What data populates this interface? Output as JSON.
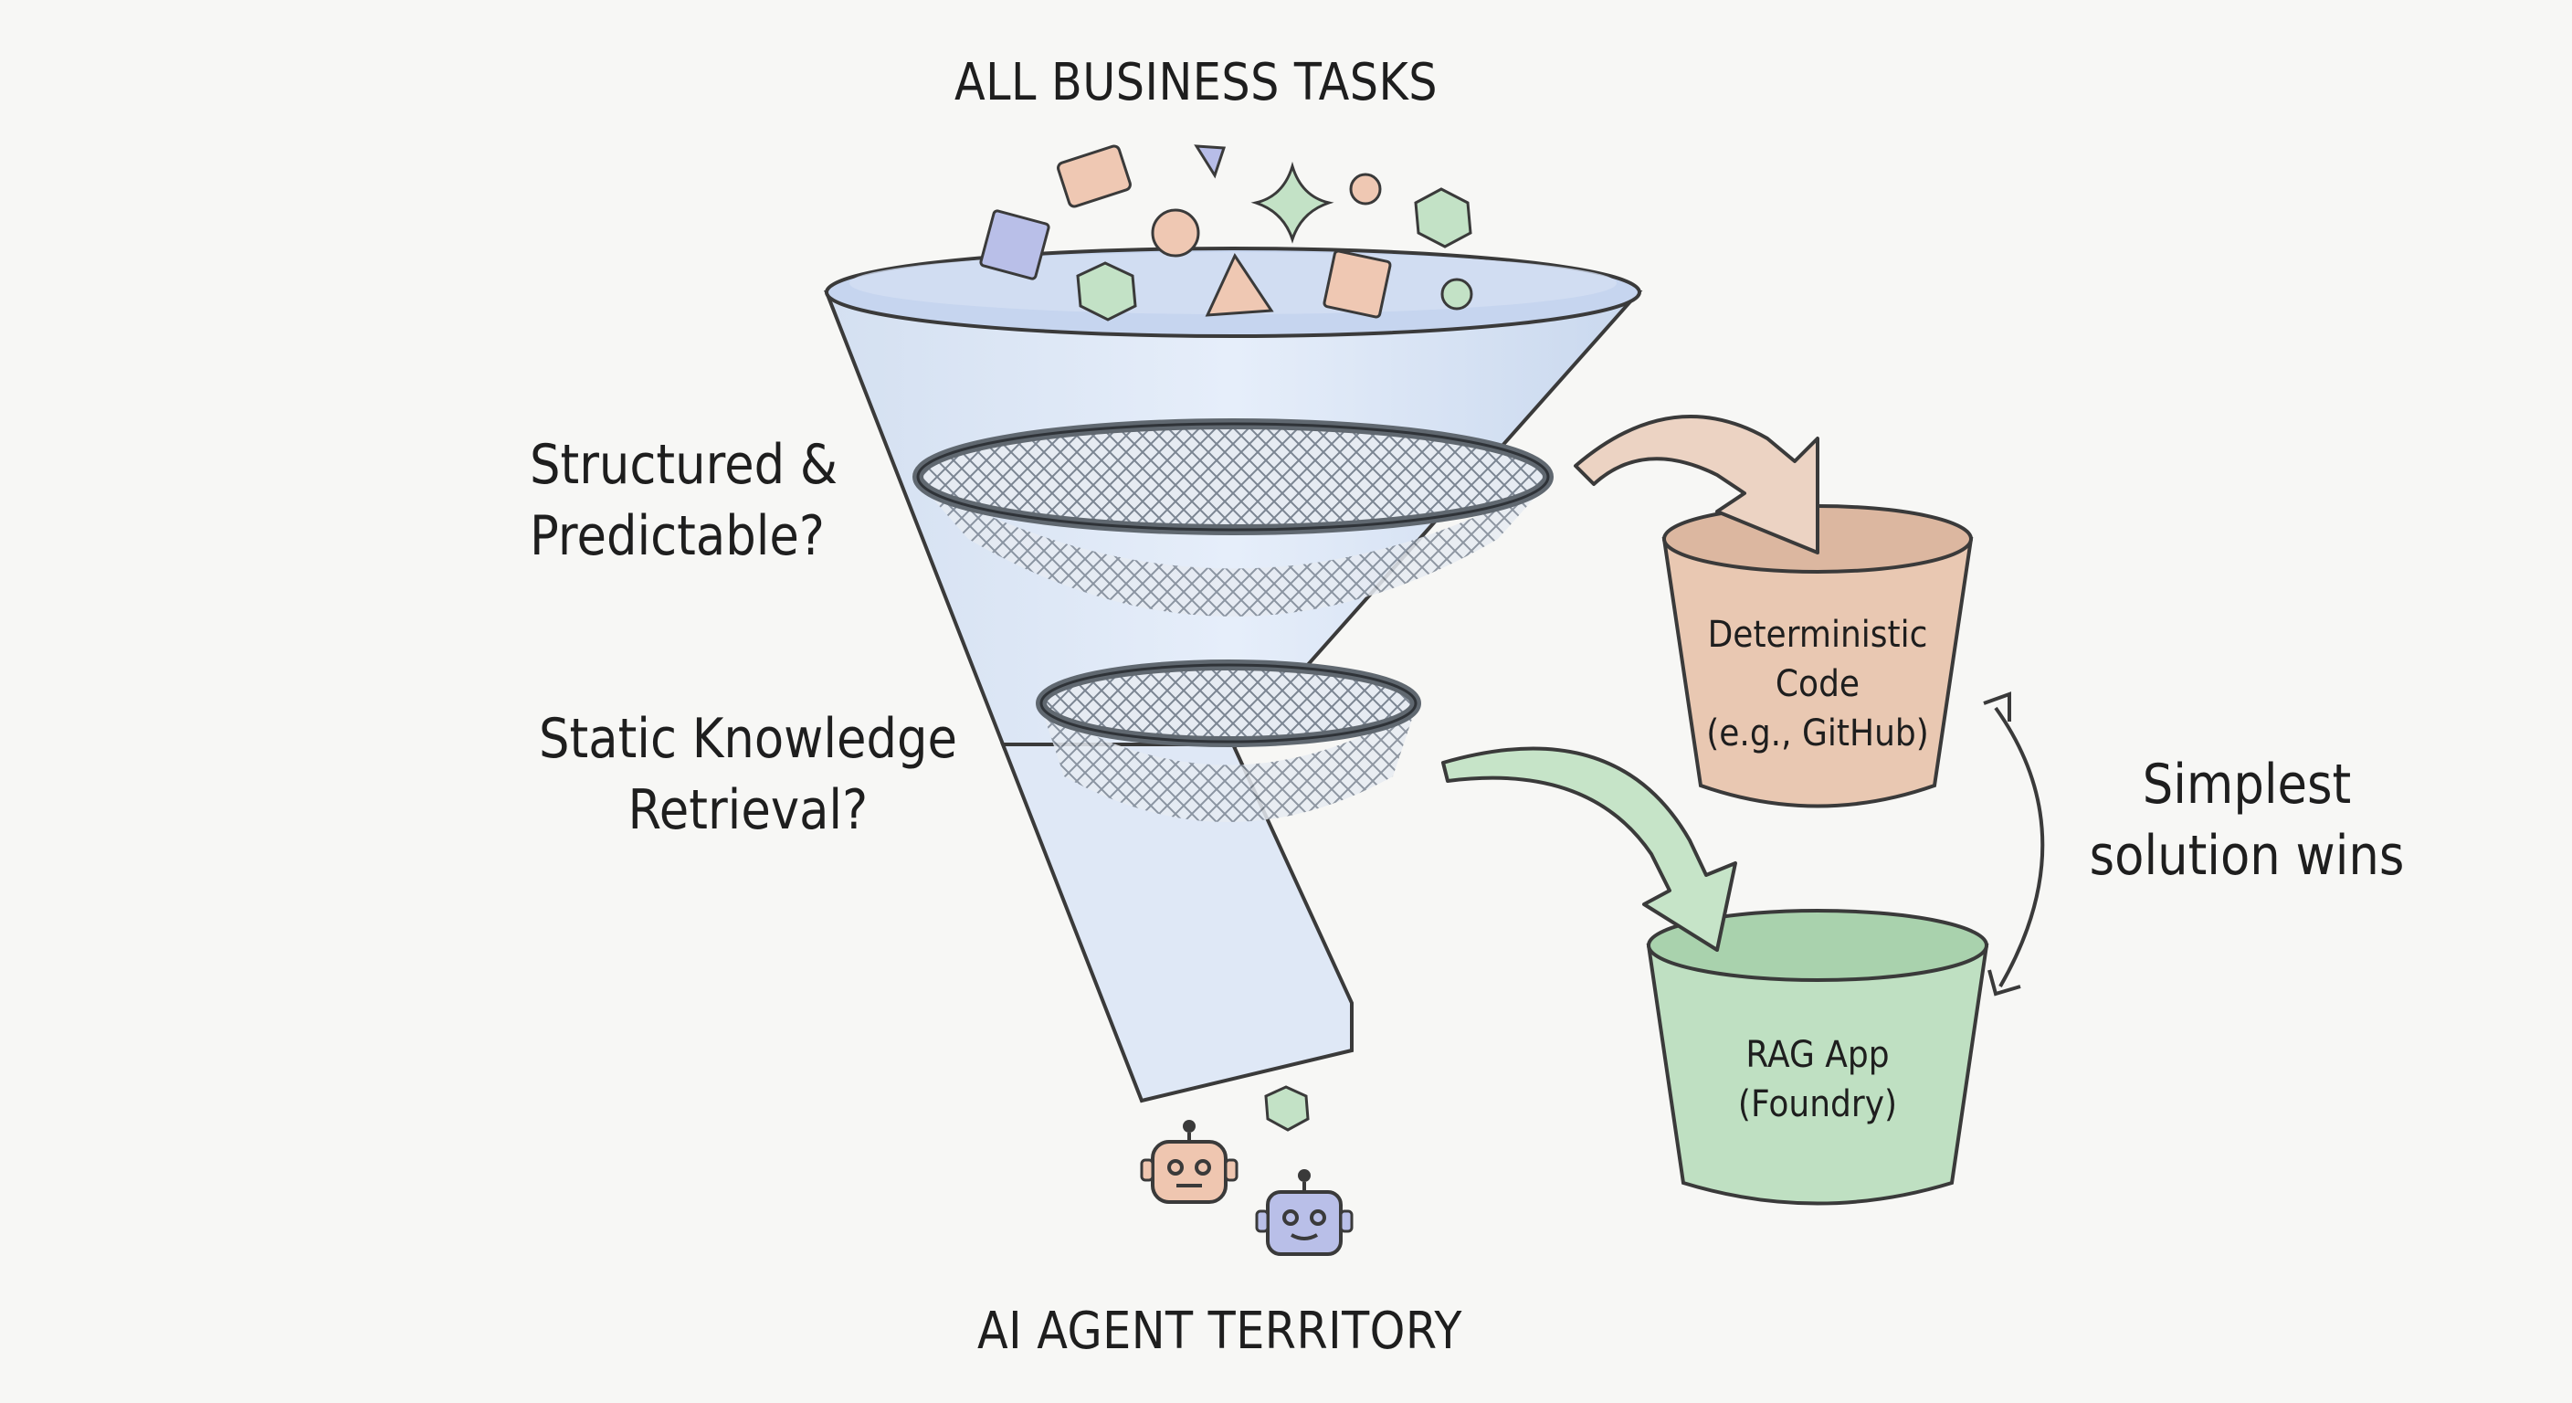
{
  "diagram": {
    "top_label": "ALL BUSINESS TASKS",
    "bottom_label": "AI AGENT TERRITORY",
    "filters": [
      {
        "line1": "Structured &",
        "line2": "Predictable?"
      },
      {
        "line1": "Static Knowledge",
        "line2": "Retrieval?"
      }
    ],
    "buckets": [
      {
        "line1": "Deterministic",
        "line2": "Code",
        "line3": "(e.g., GitHub)",
        "color": "#e9c8b2"
      },
      {
        "line1": "RAG App",
        "line2": "(Foundry)",
        "color": "#bfe0c2"
      }
    ],
    "side_note": {
      "line1": "Simplest",
      "line2": "solution wins"
    },
    "icons": [
      "shape-square-icon",
      "shape-circle-icon",
      "shape-triangle-icon",
      "shape-hexagon-icon",
      "shape-star-icon",
      "robot-icon"
    ],
    "colors": {
      "funnel": "#dde7f5",
      "funnel_stroke": "#3a3a3a",
      "arrow_peach": "#ecd3c3",
      "arrow_green": "#c6e4c8",
      "robot_peach": "#efc6b0",
      "robot_purple": "#b9bfe8"
    }
  }
}
